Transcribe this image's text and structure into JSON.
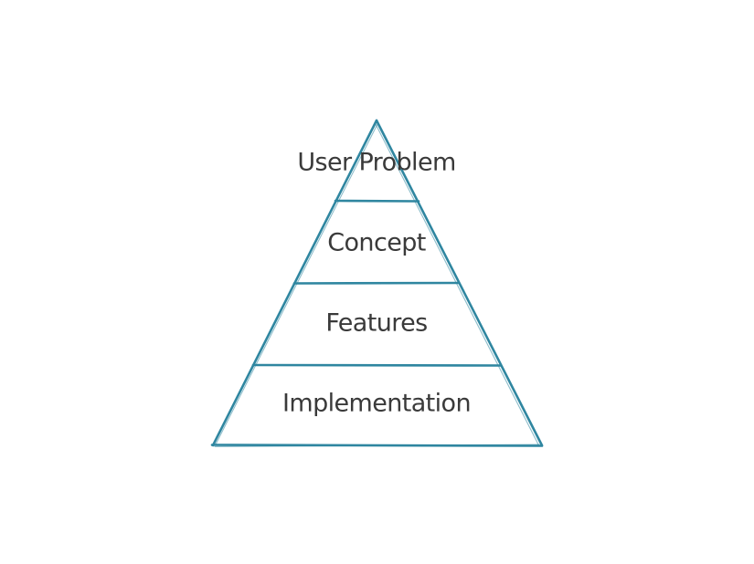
{
  "diagram": {
    "type": "pyramid",
    "tiers": [
      {
        "label": "User Problem"
      },
      {
        "label": "Concept"
      },
      {
        "label": "Features"
      },
      {
        "label": "Implementation"
      }
    ],
    "colors": {
      "outline": "#2f86a0",
      "text": "#3a3a3a",
      "background": "#ffffff"
    }
  }
}
